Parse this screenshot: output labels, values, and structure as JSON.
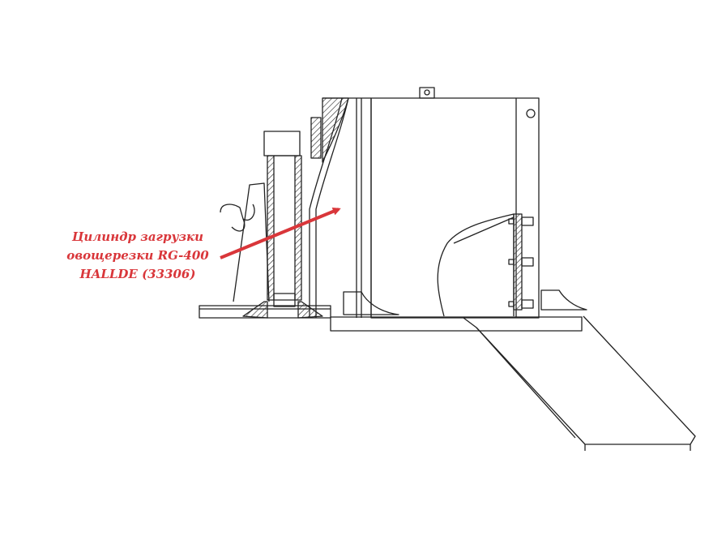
{
  "callout": {
    "lines": [
      "Цилиндр загрузки",
      "овощерезки RG-400",
      "HALLDE (33306)"
    ]
  },
  "colors": {
    "callout": "#d9363a",
    "line": "#222222",
    "hatch": "#333333"
  }
}
